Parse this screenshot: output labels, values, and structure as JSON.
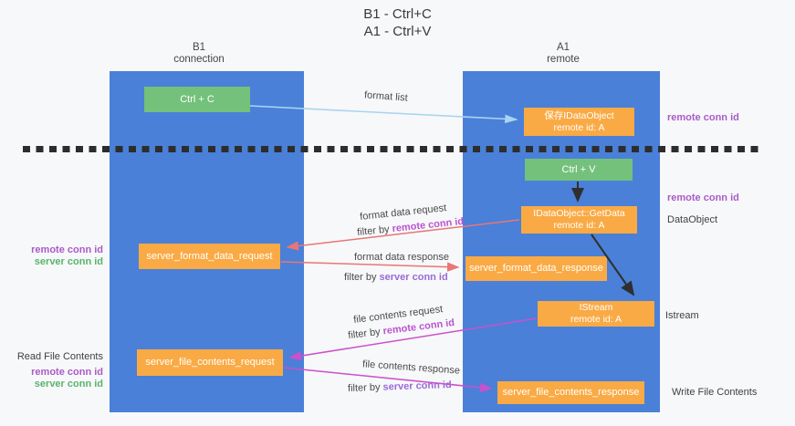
{
  "title": {
    "line1": "B1 - Ctrl+C",
    "line2": "A1 - Ctrl+V"
  },
  "columns": {
    "left": {
      "name": "B1",
      "role": "connection"
    },
    "right": {
      "name": "A1",
      "role": "remote"
    }
  },
  "nodes": {
    "ctrl_c": "Ctrl + C",
    "save_idataobject": {
      "line1": "保存IDataObject",
      "line2": "remote id: A"
    },
    "ctrl_v": "Ctrl + V",
    "getdata": {
      "line1": "IDataObject::GetData",
      "line2": "remote id: A"
    },
    "format_request": "server_format_data_request",
    "format_response": "server_format_data_response",
    "istream": {
      "line1": "IStream",
      "line2": "remote id: A"
    },
    "file_request": "server_file_contents_request",
    "file_response": "server_file_contents_response"
  },
  "annotations": {
    "format_list": "format list",
    "format_data_request": "format data request",
    "format_data_response": "format data response",
    "file_contents_request": "file contents request",
    "file_contents_response": "file contents response",
    "filter_by": "filter by "
  },
  "labels": {
    "remote_conn_id": "remote conn id",
    "server_conn_id": "server conn id",
    "dataobject": "DataObject",
    "istream": "Istream",
    "read_file_contents": "Read File Contents",
    "write_file_contents": "Write File Contents"
  },
  "colors": {
    "lifeline_blue": "#4a80d8",
    "node_green": "#74c17c",
    "node_orange": "#f9aa44",
    "remote_conn_id_purple": "#aa5bc8",
    "server_conn_id_green": "#58b46c",
    "filter_server_violet": "#9a6bd6",
    "arrow_red": "#e87676",
    "arrow_magenta": "#cb50cb",
    "arrow_lightblue": "#a9d4f1",
    "arrow_black": "#2f2f2f",
    "background": "#f7f8f9"
  }
}
